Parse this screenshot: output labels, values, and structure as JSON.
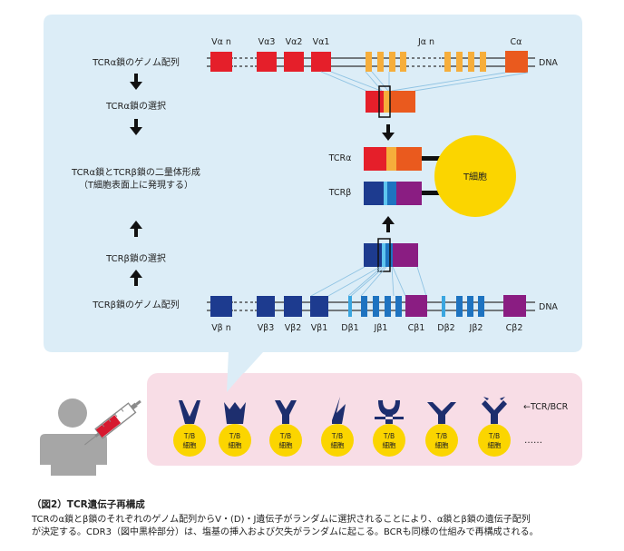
{
  "panel": {
    "alpha_genome_label": "TCRα鎖のゲノム配列",
    "alpha_selection_label": "TCRα鎖の選択",
    "dimer_label_line1": "TCRα鎖とTCRβ鎖の二量体形成",
    "dimer_label_line2": "（T細胞表面上に発現する）",
    "beta_selection_label": "TCRβ鎖の選択",
    "beta_genome_label": "TCRβ鎖のゲノム配列"
  },
  "alpha_gene": {
    "v_labels": [
      "Vα n",
      "Vα3",
      "Vα2",
      "Vα1"
    ],
    "j_label": "Jα n",
    "c_label": "Cα",
    "dna_label": "DNA"
  },
  "beta_gene": {
    "labels": [
      "Vβ n",
      "Vβ3",
      "Vβ2",
      "Vβ1",
      "Dβ1",
      "Jβ1",
      "Cβ1",
      "Dβ2",
      "Jβ2",
      "Cβ2"
    ],
    "dna_label": "DNA"
  },
  "receptor": {
    "alpha_chain_label": "TCRα",
    "beta_chain_label": "TCRβ",
    "cell_label": "T細胞"
  },
  "lower_panel": {
    "cell_label_line1": "T/B",
    "cell_label_line2": "細胞",
    "receptor_label": "←TCR/BCR",
    "ellipsis": "……",
    "receptor_shapes": [
      "deep-v",
      "crown",
      "y-shape",
      "spike",
      "hook",
      "y-wide",
      "v-notch"
    ]
  },
  "caption": {
    "title": "（図2）TCR遺伝子再構成",
    "line1": "TCRのα鎖とβ鎖のそれぞれのゲノム配列からV・(D)・J遺伝子がランダムに選択されることにより、α鎖とβ鎖の遺伝子配列",
    "line2": "が決定する。CDR3（図中黒枠部分）は、塩基の挿入および欠失がランダムに起こる。BCRも同様の仕組みで再構成される。"
  },
  "colors": {
    "panel_bg": "#dcedf7",
    "pink_bg": "#f8dde6",
    "alpha_v": "#e51f2a",
    "alpha_j": "#f6ae3b",
    "alpha_c": "#ea5a1e",
    "beta_v": "#1d3b8f",
    "beta_d": "#3aa6e0",
    "beta_j": "#1e73c0",
    "beta_c": "#8a1d82",
    "cell": "#fbd500",
    "receptor": "#1d2e6e",
    "person": "#a6a6a6",
    "syringe_blood": "#d6192f"
  }
}
